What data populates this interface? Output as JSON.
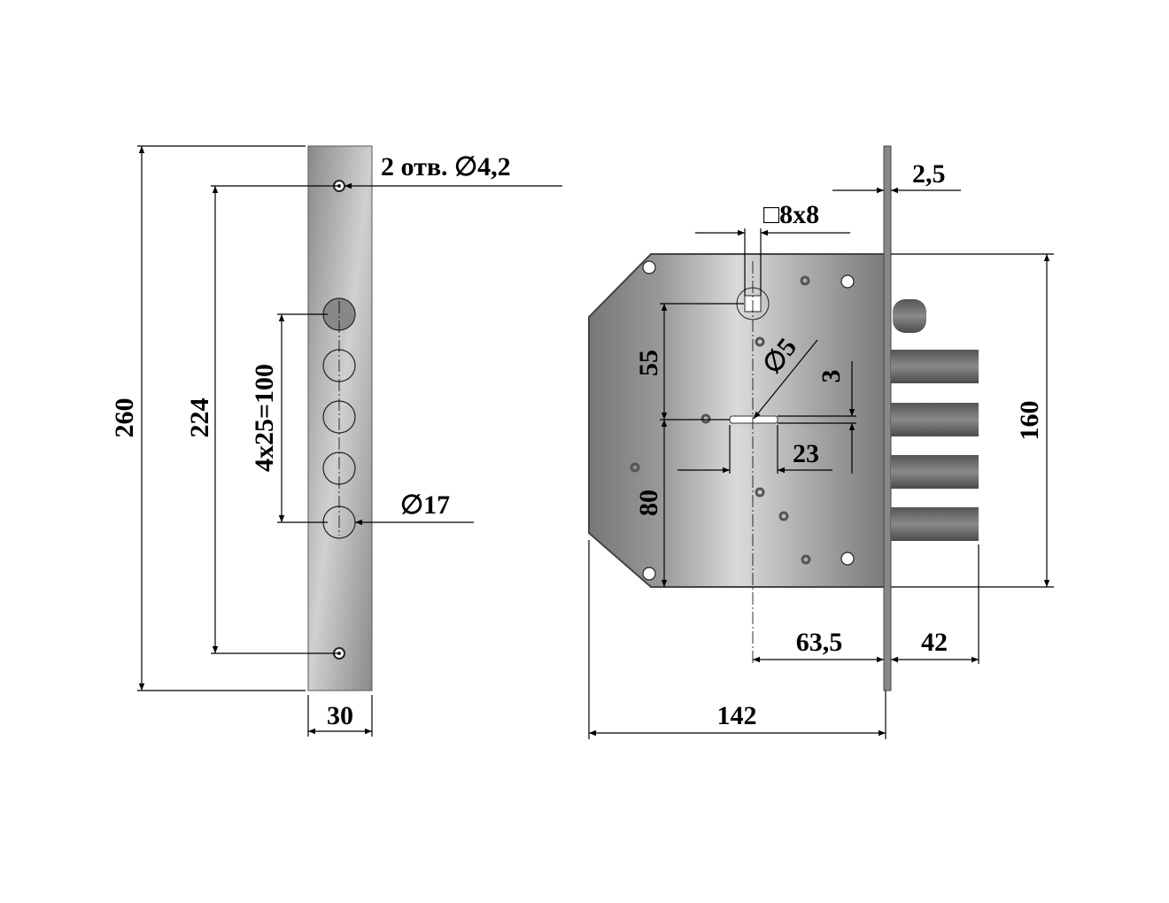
{
  "faceplate": {
    "height_label": "260",
    "hole_spacing_label": "224",
    "cylinder_holes_label": "4x25=100",
    "width_label": "30",
    "mount_holes_label": "2 отв. ∅4,2",
    "hole_diameter_label": "∅17"
  },
  "lock_body": {
    "faceplate_thickness_label": "2,5",
    "spindle_label": "□8x8",
    "height_label": "160",
    "depth_label": "142",
    "backset_label": "63,5",
    "bolt_throw_label": "42",
    "upper_offset_label": "55",
    "lower_offset_label": "80",
    "keyhole_diameter_label": "∅5",
    "keyhole_width_label": "3",
    "keyhole_length_label": "23"
  },
  "colors": {
    "metal_dark": "#6a6a6a",
    "metal_light": "#d8d8d8"
  }
}
